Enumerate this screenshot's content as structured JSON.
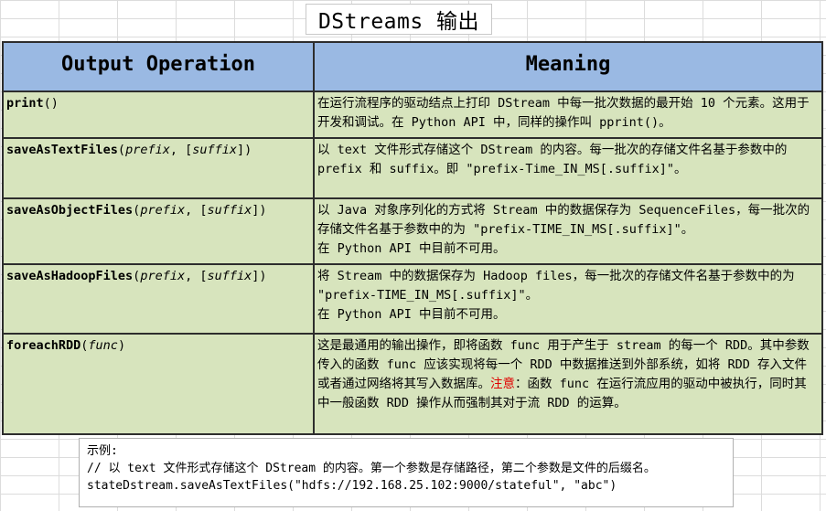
{
  "title": "DStreams 输出",
  "table": {
    "headers": [
      "Output Operation",
      "Meaning"
    ],
    "rows": [
      {
        "fn": "print",
        "args_open": "()",
        "arg1": "",
        "sep": "",
        "arg2": "",
        "args_close": "",
        "meaning_lines": [
          "在运行流程序的驱动结点上打印 DStream 中每一批次数据的最开始 10 个元素。这用于开发和调试。在 Python API 中，同样的操作叫 pprint()。"
        ]
      },
      {
        "fn": "saveAsTextFiles",
        "args_open": "(",
        "arg1": "prefix",
        "sep": ", [",
        "arg2": "suffix",
        "args_close": "])",
        "meaning_lines": [
          "以 text 文件形式存储这个 DStream 的内容。每一批次的存储文件名基于参数中的 prefix 和 suffix。即 \"prefix-Time_IN_MS[.suffix]\"。"
        ]
      },
      {
        "fn": "saveAsObjectFiles",
        "args_open": "(",
        "arg1": "prefix",
        "sep": ", [",
        "arg2": "suffix",
        "args_close": "])",
        "meaning_lines": [
          "以 Java 对象序列化的方式将 Stream 中的数据保存为 SequenceFiles，每一批次的存储文件名基于参数中的为 \"prefix-TIME_IN_MS[.suffix]\"。",
          "在 Python API 中目前不可用。"
        ]
      },
      {
        "fn": "saveAsHadoopFiles",
        "args_open": "(",
        "arg1": "prefix",
        "sep": ", [",
        "arg2": "suffix",
        "args_close": "])",
        "meaning_lines": [
          "将 Stream 中的数据保存为 Hadoop files，每一批次的存储文件名基于参数中的为 \"prefix-TIME_IN_MS[.suffix]\"。",
          "在 Python API 中目前不可用。"
        ]
      },
      {
        "fn": "foreachRDD",
        "args_open": "(",
        "arg1": "func",
        "sep": "",
        "arg2": "",
        "args_close": ")",
        "meaning_before": "这是最通用的输出操作，即将函数 func 用于产生于 stream 的每一个 RDD。其中参数传入的函数 func 应该实现将每一个 RDD 中数据推送到外部系统，如将 RDD 存入文件或者通过网络将其写入数据库。",
        "meaning_note": "注意",
        "meaning_after": "：函数 func 在运行流应用的驱动中被执行，同时其中一般函数 RDD 操作从而强制其对于流 RDD 的运算。"
      }
    ]
  },
  "example": {
    "lines": [
      "示例:",
      "// 以 text 文件形式存储这个 DStream 的内容。第一个参数是存储路径，第二个参数是文件的后缀名。",
      "stateDstream.saveAsTextFiles(\"hdfs://192.168.25.102:9000/stateful\", \"abc\")"
    ]
  },
  "colors": {
    "header_bg": "#9ab9e3",
    "cell_bg": "#d7e4bd",
    "note": "#e00000"
  }
}
